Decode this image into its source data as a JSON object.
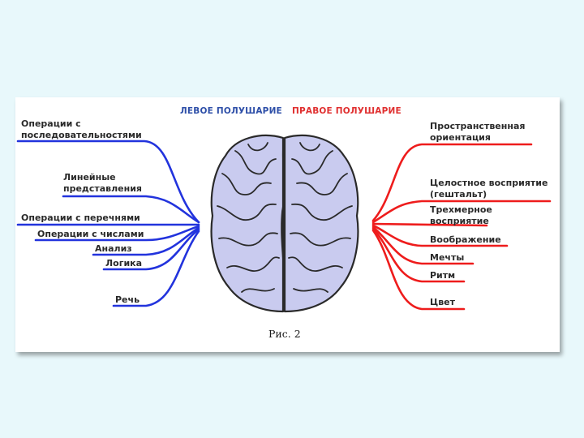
{
  "header": {
    "left": "ЛЕВОЕ ПОЛУШАРИЕ",
    "right": "ПРАВОЕ ПОЛУШАРИЕ"
  },
  "left_labels": [
    "Операции с\nпоследовательностями",
    "Линейные\nпредставления",
    "Операции с перечнями",
    "Операции с числами",
    "Анализ",
    "Логика",
    "Речь"
  ],
  "right_labels": [
    "Пространственная\nориентация",
    "Целостное восприятие\n(гештальт)",
    "Трехмерное\nвосприятие",
    "Воображение",
    "Мечты",
    "Ритм",
    "Цвет"
  ],
  "caption": "Рис. 2",
  "colors": {
    "left": "#2233dd",
    "right": "#ee1c1c",
    "brain_fill": "#c9cbef",
    "brain_stroke": "#2a2a2a",
    "background": "#e8f8fb"
  }
}
